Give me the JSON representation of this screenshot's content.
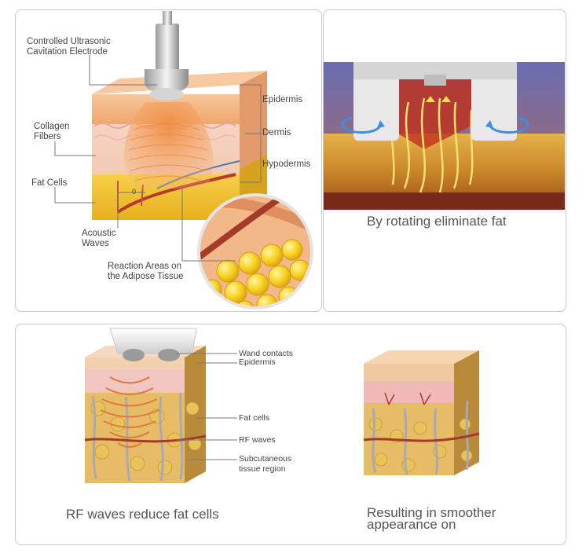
{
  "panel_cavitation": {
    "labels": {
      "electrode": "Controlled Ultrasonic\nCavitation Electrode",
      "collagen": "Collagen\nFilbers",
      "fat_cells": "Fat Cells",
      "acoustic": "Acoustic\nWaves",
      "reaction": "Reaction Areas on\nthe Adipose Tissue",
      "epidermis": "Epidermis",
      "dermis": "Dermis",
      "hypodermis": "Hypodermis",
      "axis_zero": "0"
    }
  },
  "panel_rotation": {
    "caption": "By rotating eliminate fat"
  },
  "panel_rf": {
    "labels": {
      "wand": "Wand contacts",
      "epidermis": "Epidermis",
      "fat": "Fat cells",
      "rf": "RF waves",
      "subcutaneous": "Subcutaneous\ntissue region"
    },
    "caption_left": "RF waves reduce fat cells",
    "caption_right": "Resulting in smoother\nappearance on"
  }
}
